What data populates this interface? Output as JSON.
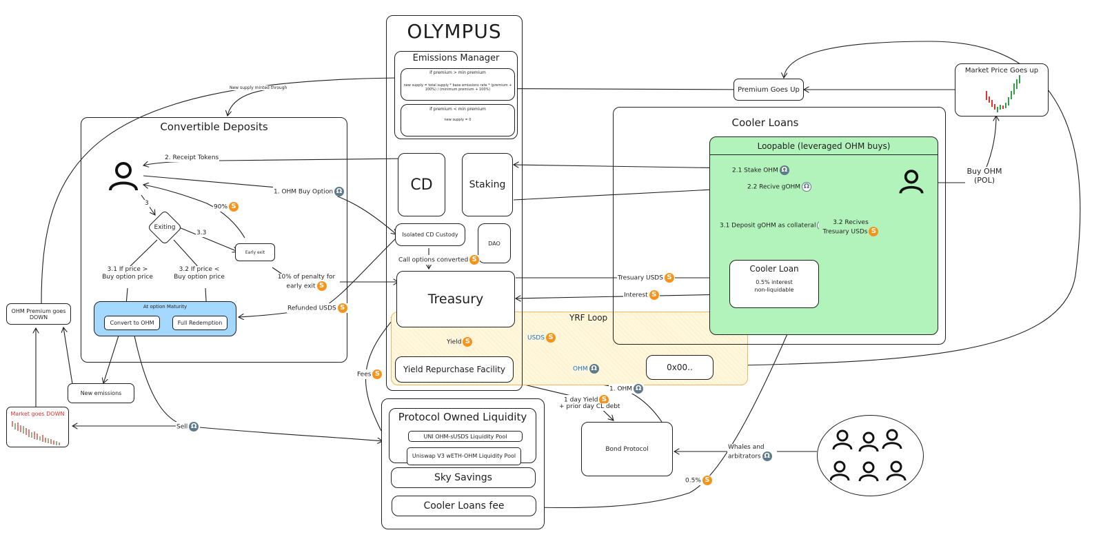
{
  "olympus": {
    "title": "OLYMPUS",
    "emissions_manager": {
      "title": "Emissions Manager",
      "rule_high": {
        "condition": "if premium > min premium",
        "formula": "new supply = total supply * base emissions rate * (premium + 100%) / (minimum premium + 100%)"
      },
      "rule_low": {
        "condition": "if premium < min premium",
        "formula": "new supply = 0"
      }
    },
    "cd": "CD",
    "staking": "Staking",
    "isolated_cd_custody": "Isolated CD Custody",
    "dao": "DAO",
    "treasury": "Treasury",
    "yrf": "Yield Repurchase Facility",
    "pol": {
      "title": "Protocol Owned Liquidity",
      "pools": [
        "UNI OHM-sUSDS Liquidity Pool",
        "Uniswap V3 wETH-OHM Liquidity Pool"
      ]
    },
    "sky_savings": "Sky Savings",
    "cooler_loans_fee": "Cooler Loans fee"
  },
  "convertible_deposits": {
    "title": "Convertible Deposits",
    "exiting": "Exiting",
    "early_exit": "Early exit",
    "maturity": {
      "title": "At option Maturity",
      "convert": "Convert to OHM",
      "redeem": "Full Redemption"
    },
    "labels": {
      "receipt_tokens": "2. Receipt Tokens",
      "buy_option": "1. OHM Buy Option",
      "step3": "3",
      "ninety": "90%",
      "step33": "3.3",
      "price_above": "3.1 If price > Buy option price",
      "price_below": "3.2 If price < Buy option price",
      "penalty": "10% of penalty for early exit",
      "refunded": "Refunded USDS",
      "call_options": "Call options converted"
    }
  },
  "left": {
    "ohm_premium_down": "OHM Premium goes DOWN",
    "new_emissions": "New emissions",
    "market_down": "Market goes DOWN",
    "sell": "Sell",
    "new_supply_minted": "New supply minted through"
  },
  "cooler_loans": {
    "title": "Cooler Loans",
    "loopable": "Loopable (leveraged OHM buys)",
    "stake": "2.1 Stake OHM",
    "receive": "2.2 Recive gOHM",
    "deposit": "3.1 Deposit gOHM as collateral",
    "receives_usds": "3.2 Recives Tresuary USDs",
    "cooler_loan": {
      "title": "Cooler Loan",
      "line1": "0.5% interest",
      "line2": "non-liquidable"
    },
    "treasury_usds": "Tresuary USDS",
    "interest": "Interest"
  },
  "yrf_loop": {
    "title": "YRF Loop",
    "yield": "Yield",
    "usds": "USDS",
    "ohm": "OHM",
    "address": "0x00..",
    "one_ohm": "1. OHM",
    "one_day_yield": "1 day Yield",
    "prior_debt": "+ prior day CL debt",
    "fees": "Fees"
  },
  "right": {
    "premium_up": "Premium Goes Up",
    "market_up": "Market Price Goes up",
    "buy_ohm": "Buy OHM (POL)",
    "bond_protocol": "Bond Protocol",
    "whales": "Whales and arbitrators",
    "half_percent": "0.5%"
  },
  "icons": {
    "usds": "S",
    "ohm": "Ω"
  },
  "colors": {
    "green": "#b2f2bb",
    "blue": "#a5d8ff",
    "yellow": "#fff3bf",
    "orange": "#f7931a",
    "ohm": "#5f7a8a",
    "red": "#e03131"
  }
}
